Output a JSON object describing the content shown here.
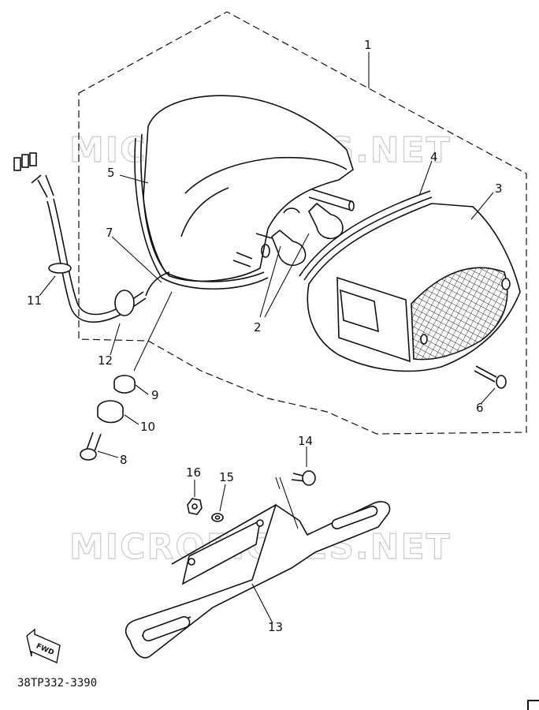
{
  "diagram": {
    "watermark_top": "MICROFICHES.NET",
    "watermark_bottom": "MICROFICHES.NET",
    "part_code": "38TP332-3390",
    "fwd_label": "FWD",
    "callouts": {
      "c1": "1",
      "c2": "2",
      "c3": "3",
      "c4": "4",
      "c5": "5",
      "c6": "6",
      "c7": "7",
      "c8": "8",
      "c9": "9",
      "c10": "10",
      "c11": "11",
      "c12": "12",
      "c13": "13",
      "c14": "14",
      "c15": "15",
      "c16": "16"
    }
  }
}
